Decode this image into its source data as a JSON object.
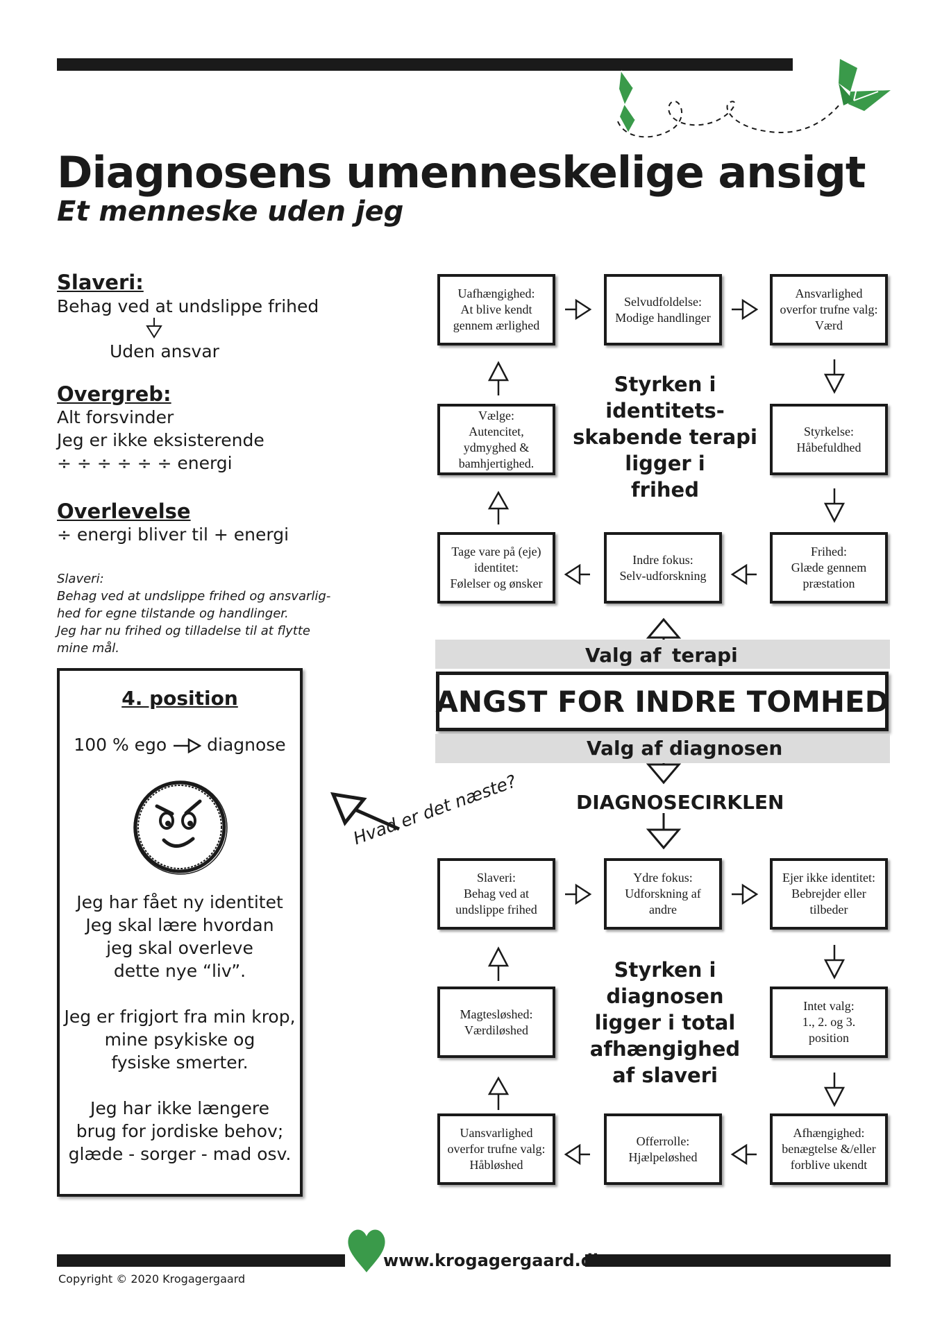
{
  "header": {
    "title": "Diagnosens umenneskelige ansigt",
    "subtitle": "Et menneske uden jeg"
  },
  "left": {
    "slaveri_heading": "Slaveri:",
    "slaveri_line1": "Behag ved at undslippe frihed",
    "slaveri_line2": "Uden ansvar",
    "overgreb_heading": "Overgreb:",
    "overgreb_line1": "Alt forsvinder",
    "overgreb_line2": "Jeg er ikke eksisterende",
    "overgreb_line3": "÷ ÷ ÷ ÷ ÷ ÷ energi",
    "overlevelse_heading": "Overlevelse",
    "overlevelse_line1": "÷ energi bliver til + energi",
    "note": [
      "Slaveri:",
      "Behag ved at undslippe frihed og ansvarlig-",
      "hed for egne tilstande og handlinger.",
      "Jeg har nu frihed og tilladelse til at flytte",
      "mine mål."
    ]
  },
  "panel": {
    "heading": "4. position",
    "ego_left": "100 % ego",
    "ego_right": "diagnose",
    "para1": [
      "Jeg har fået ny identitet",
      "Jeg skal lære hvordan",
      "jeg skal overleve",
      "dette nye “liv”."
    ],
    "para2": [
      "Jeg er frigjort fra min krop,",
      "mine psykiske og",
      "fysiske smerter."
    ],
    "para3": [
      "Jeg har ikke længere",
      "brug for jordiske behov;",
      "glæde - sorger - mad osv."
    ]
  },
  "arrow_label": "Hvad er det næste?",
  "top_cycle": {
    "boxes": [
      [
        "Uafhængighed:",
        "At blive kendt",
        "gennem ærlighed"
      ],
      [
        "Selvudfoldelse:",
        "Modige handlinger"
      ],
      [
        "Ansvarlighed",
        "overfor trufne valg:",
        "Værd"
      ],
      [
        "Vælge:",
        "Autencitet,",
        "ydmyghed &",
        "bamhjertighed."
      ],
      [
        "Styrkelse:",
        "Håbefuldhed"
      ],
      [
        "Tage vare på (eje)",
        "identitet:",
        "Følelser og ønsker"
      ],
      [
        "Indre fokus:",
        "Selv-udforskning"
      ],
      [
        "Frihed:",
        "Glæde gennem",
        "præstation"
      ]
    ],
    "center": [
      "Styrken i",
      "identitets-",
      "skabende terapi",
      "ligger i",
      "frihed"
    ]
  },
  "middle": {
    "valg_terapi_left": "Valg af",
    "valg_terapi_right": "terapi",
    "angst": "ANGST FOR INDRE TOMHED",
    "valg_diagnose_left": "Valg af",
    "valg_diagnose_right": "diagnosen",
    "diagnosecirklen": "DIAGNOSECIRKLEN"
  },
  "bottom_cycle": {
    "boxes": [
      [
        "Slaveri:",
        "Behag ved at",
        "undslippe frihed"
      ],
      [
        "Ydre fokus:",
        "Udforskning af",
        "andre"
      ],
      [
        "Ejer ikke identitet:",
        "Bebrejder eller",
        "tilbeder"
      ],
      [
        "Magtesløshed:",
        "Værdiløshed"
      ],
      [
        "Intet valg:",
        "1., 2. og 3.",
        "position"
      ],
      [
        "Uansvarlighed",
        "overfor trufne valg:",
        "Håbløshed"
      ],
      [
        "Offerrolle:",
        "Hjælpeløshed"
      ],
      [
        "Afhængighed:",
        "benægtelse &/eller",
        "forblive ukendt"
      ]
    ],
    "center": [
      "Styrken i",
      "diagnosen",
      "ligger i total",
      "afhængighed",
      "af slaveri"
    ]
  },
  "footer": {
    "url": "www.krogagergaard.dk",
    "copyright": "Copyright © 2020 Krogagergaard"
  },
  "colors": {
    "ink": "#1a1a1a",
    "accent_green": "#3a9a4a",
    "band_gray": "#dcdcdc"
  },
  "icons": [
    "butterfly-icon",
    "heart-icon",
    "smiley-face-icon"
  ]
}
